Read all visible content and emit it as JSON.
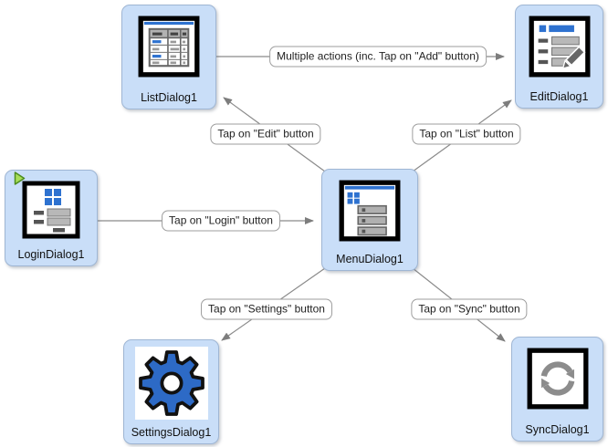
{
  "diagram": {
    "nodes": [
      {
        "id": "ListDialog1",
        "label": "ListDialog1",
        "icon": "table-list-icon"
      },
      {
        "id": "EditDialog1",
        "label": "EditDialog1",
        "icon": "edit-form-icon"
      },
      {
        "id": "LoginDialog1",
        "label": "LoginDialog1",
        "icon": "login-form-icon",
        "start_badge": "play"
      },
      {
        "id": "MenuDialog1",
        "label": "MenuDialog1",
        "icon": "menu-buttons-icon"
      },
      {
        "id": "SettingsDialog1",
        "label": "SettingsDialog1",
        "icon": "gear-icon"
      },
      {
        "id": "SyncDialog1",
        "label": "SyncDialog1",
        "icon": "sync-icon"
      }
    ],
    "edges": [
      {
        "from": "ListDialog1",
        "to": "EditDialog1",
        "label": "Multiple actions (inc. Tap on \"Add\" button)"
      },
      {
        "from": "MenuDialog1",
        "to": "ListDialog1",
        "label": "Tap on \"Edit\" button"
      },
      {
        "from": "MenuDialog1",
        "to": "EditDialog1",
        "label": "Tap on \"List\" button"
      },
      {
        "from": "LoginDialog1",
        "to": "MenuDialog1",
        "label": "Tap on \"Login\" button"
      },
      {
        "from": "MenuDialog1",
        "to": "SettingsDialog1",
        "label": "Tap on \"Settings\" button"
      },
      {
        "from": "MenuDialog1",
        "to": "SyncDialog1",
        "label": "Tap on \"Sync\" button"
      }
    ],
    "colors": {
      "node_fill": "#c9def8",
      "node_border": "#9fb6d4",
      "edge_line": "#8a8a8a",
      "accent_blue": "#2e72d0",
      "gear_blue": "#2d6ac6",
      "play_green": "#a8de58"
    }
  }
}
